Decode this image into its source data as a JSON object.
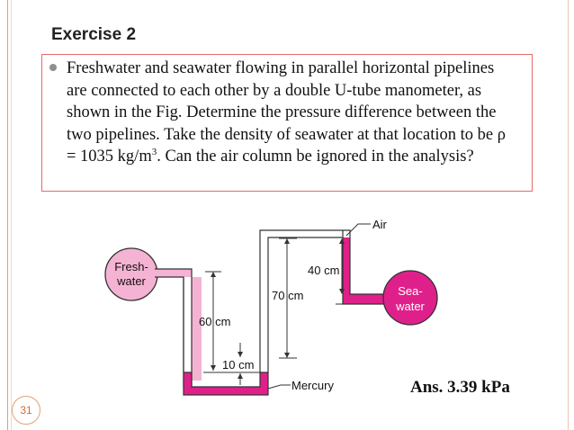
{
  "slide": {
    "title": "Exercise 2",
    "text_main": "Freshwater and seawater flowing in parallel horizontal pipelines are connected to each other by a double U-tube manometer, as shown in the Fig. Determine the pressure difference between the two pipelines. Take the density of seawater at that location to be ρ = 1035 kg/m",
    "text_sup": "3",
    "text_tail": ". Can the air column be ignored in the analysis?",
    "answer": "Ans.  3.39 kPa",
    "page_number": "31"
  },
  "figure": {
    "label_fresh_1": "Fresh-",
    "label_fresh_2": "water",
    "label_sea_1": "Sea-",
    "label_sea_2": "water",
    "label_air": "Air",
    "label_mercury": "Mercury",
    "dim_40": "40 cm",
    "dim_70": "70 cm",
    "dim_60": "60 cm",
    "dim_10": "10 cm",
    "colors": {
      "freshwater": "#f5b3d3",
      "mercury": "#e0208a",
      "tube_outline": "#333333"
    }
  }
}
